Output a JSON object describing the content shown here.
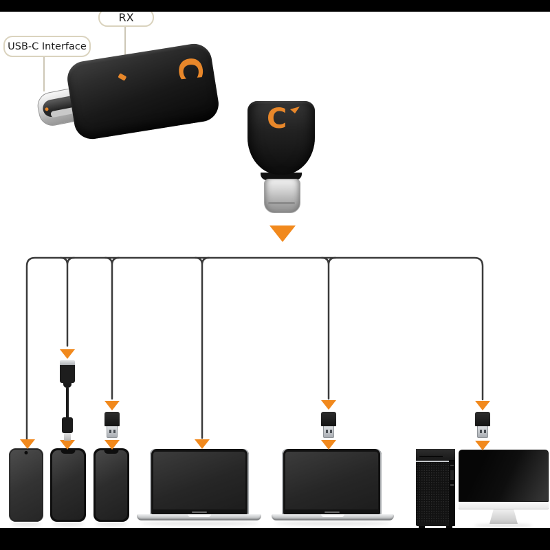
{
  "background": "#ffffff",
  "bars": {
    "top_color": "#000000",
    "bottom_color": "#000000"
  },
  "palette": {
    "accent_orange": "#F1891D",
    "logo_orange": "#E8872A",
    "rail_gray": "#3B3B3B",
    "callout_border": "#DAD3BE",
    "callout_text": "#1B1B1B",
    "leader_line": "#BCB49E",
    "metal_silver": "#C9CCCE"
  },
  "callouts": {
    "rx": {
      "label": "RX"
    },
    "usb_c_interface": {
      "label": "USB-C Interface"
    }
  },
  "adapter": {
    "brand_logo": "C"
  },
  "icons": [
    "down-arrow-icon",
    "brand-c-logo-icon",
    "usb-a-adapter-icon",
    "usb-a-cable-connector-icon",
    "lightning-connector-icon"
  ],
  "connections": {
    "source": "usb-c-adapter",
    "branches": [
      {
        "index": 1,
        "target": "android-phone",
        "via": []
      },
      {
        "index": 2,
        "target": "iphone",
        "via": [
          "usb-a-cable-connector",
          "lightning-connector"
        ]
      },
      {
        "index": 3,
        "target": "iphone",
        "via": [
          "usb-a-adapter"
        ]
      },
      {
        "index": 4,
        "target": "laptop",
        "via": []
      },
      {
        "index": 5,
        "target": "laptop",
        "via": [
          "usb-a-adapter"
        ]
      },
      {
        "index": 6,
        "target": "desktop-computer-with-monitor",
        "via": [
          "usb-a-adapter"
        ]
      }
    ]
  }
}
